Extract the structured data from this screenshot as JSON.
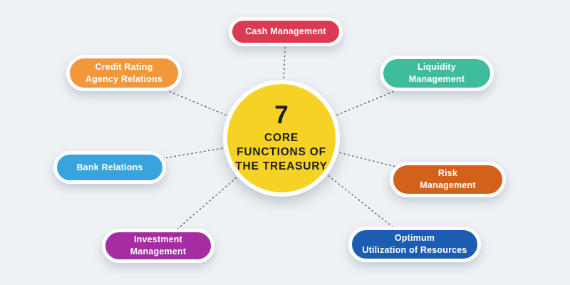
{
  "diagram": {
    "background_color": "#EFF2F5",
    "connector_color": "#4B4B4B",
    "node_border_color": "#FFFFFF",
    "node_text_color": "#FFFFFF",
    "center": {
      "number": "7",
      "title": "CORE\nFUNCTIONS OF\nTHE TREASURY",
      "color": "#F5D224",
      "text_color": "#1E1E1E"
    },
    "nodes": [
      {
        "id": "cash-management",
        "label": "Cash Management",
        "color": "#DC3A52"
      },
      {
        "id": "credit-rating-agency-relations",
        "label": "Credit Rating\nAgency Relations",
        "color": "#F2973B"
      },
      {
        "id": "liquidity-management",
        "label": "Liquidity\nManagement",
        "color": "#3FBC9C"
      },
      {
        "id": "bank-relations",
        "label": "Bank Relations",
        "color": "#38A4DD"
      },
      {
        "id": "risk-management",
        "label": "Risk\nManagement",
        "color": "#D2621B"
      },
      {
        "id": "investment-management",
        "label": "Investment\nManagement",
        "color": "#A52CA2"
      },
      {
        "id": "optimum-utilization-of-resources",
        "label": "Optimum\nUtilization of Resources",
        "color": "#1C5DB2"
      }
    ]
  }
}
